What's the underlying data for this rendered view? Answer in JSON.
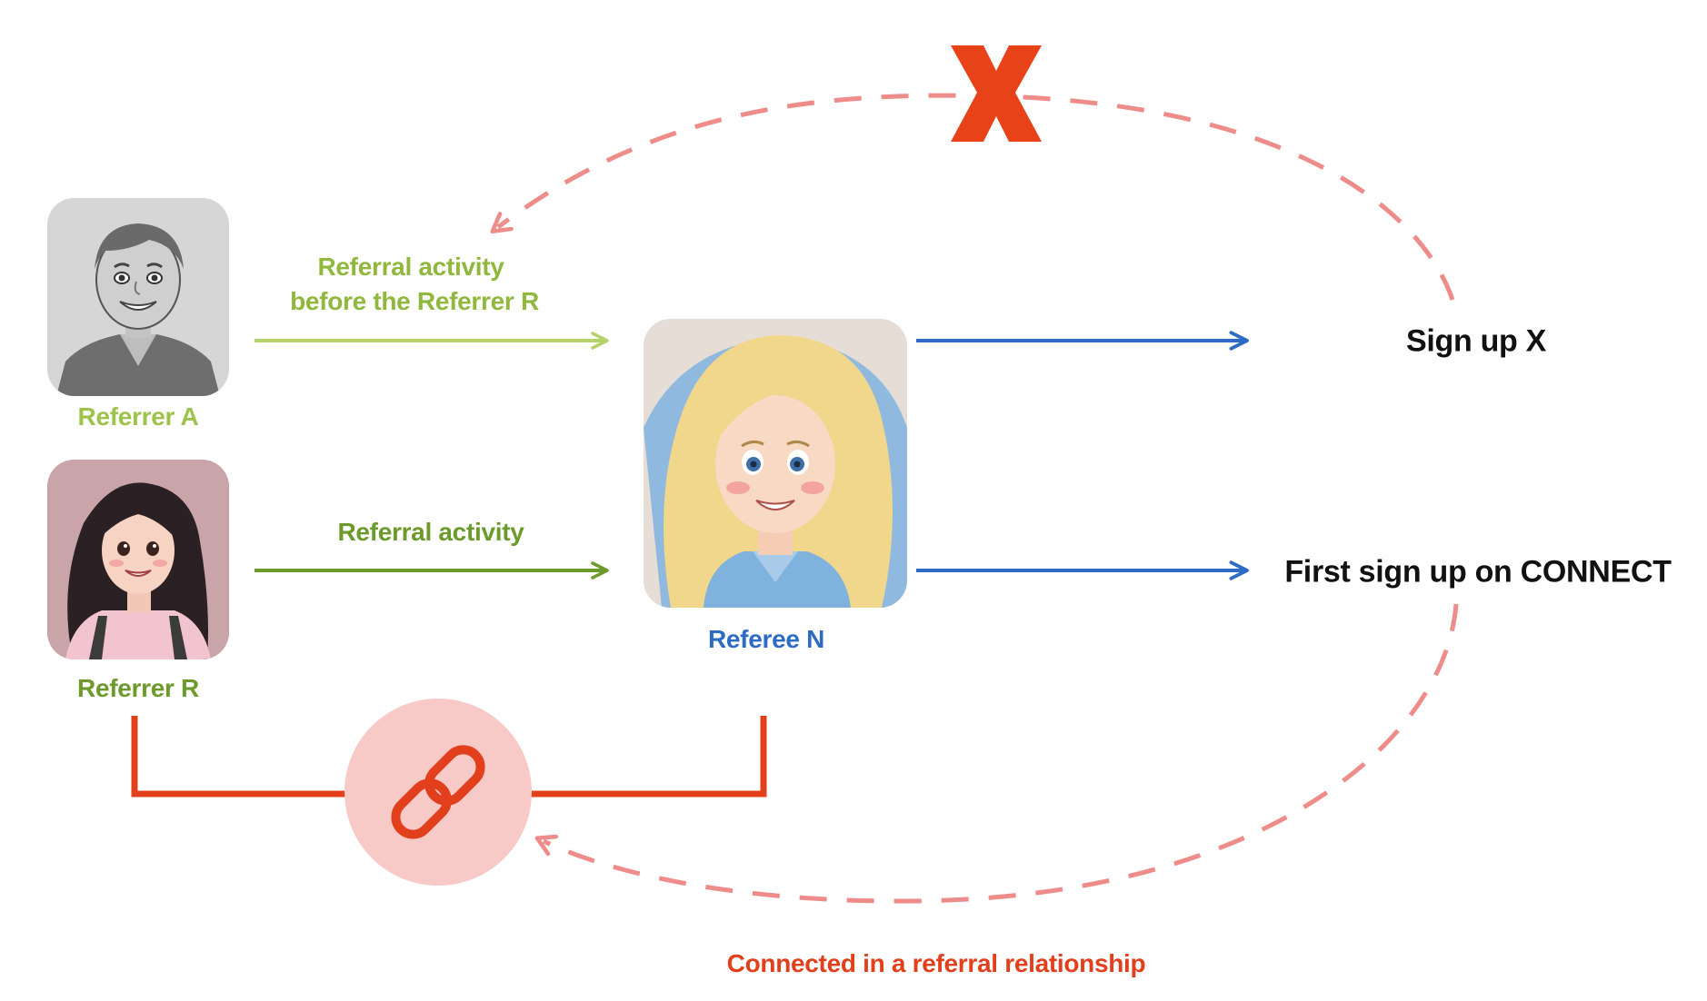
{
  "referrer_a": {
    "label": "Referrer A",
    "color": "#9dc34a"
  },
  "referrer_r": {
    "label": "Referrer R",
    "color": "#6c9a2b"
  },
  "referee_n": {
    "label": "Referee N",
    "color": "#2e6bc4"
  },
  "arrow_a_label": {
    "line1": "Referral activity",
    "line2": "before the Referrer R",
    "color": "#8fb83c"
  },
  "arrow_r_label": {
    "text": "Referral activity",
    "color": "#6c9a2b"
  },
  "outcomes": {
    "sign_up_x": "Sign up X",
    "first_sign_up": "First sign up on CONNECT"
  },
  "relationship": {
    "label": "Connected in a referral relationship",
    "color": "#e2401c"
  },
  "blocked_mark": {
    "text": "X",
    "color": "#e84318"
  },
  "colors": {
    "blue_arrow": "#2e6bc4",
    "dashed": "#ee8c8a",
    "link_circle": "#f7c9c7",
    "red_line": "#e2401c"
  }
}
